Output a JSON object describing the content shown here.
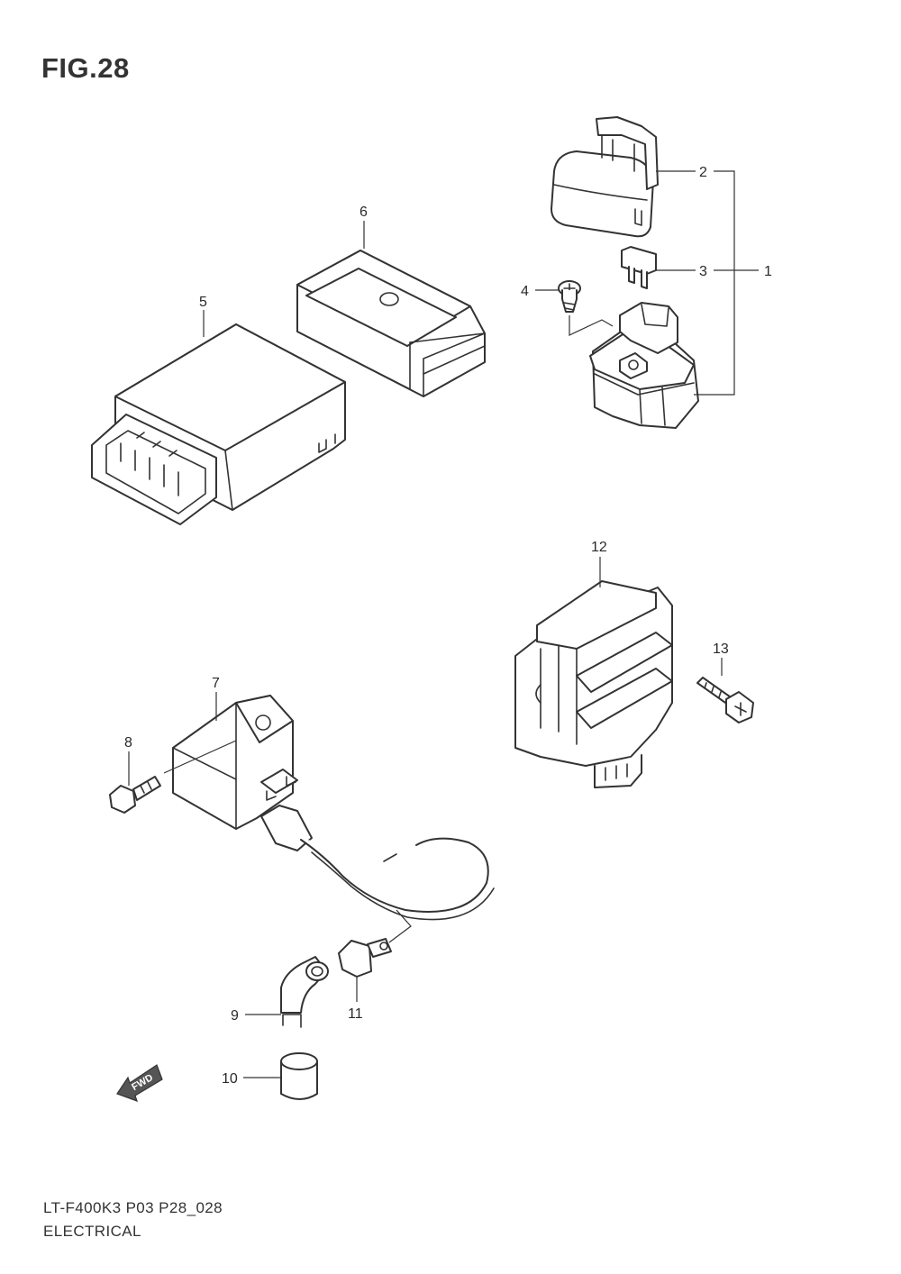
{
  "figure": {
    "title": "FIG.28",
    "model_code": "LT-F400K3 P03 P28_028",
    "section_name": "ELECTRICAL"
  },
  "callouts": [
    "1",
    "2",
    "3",
    "4",
    "5",
    "6",
    "7",
    "8",
    "9",
    "10",
    "11",
    "12",
    "13"
  ],
  "direction_badge": {
    "text": "FWD",
    "icon": "fwd-arrow-icon"
  }
}
